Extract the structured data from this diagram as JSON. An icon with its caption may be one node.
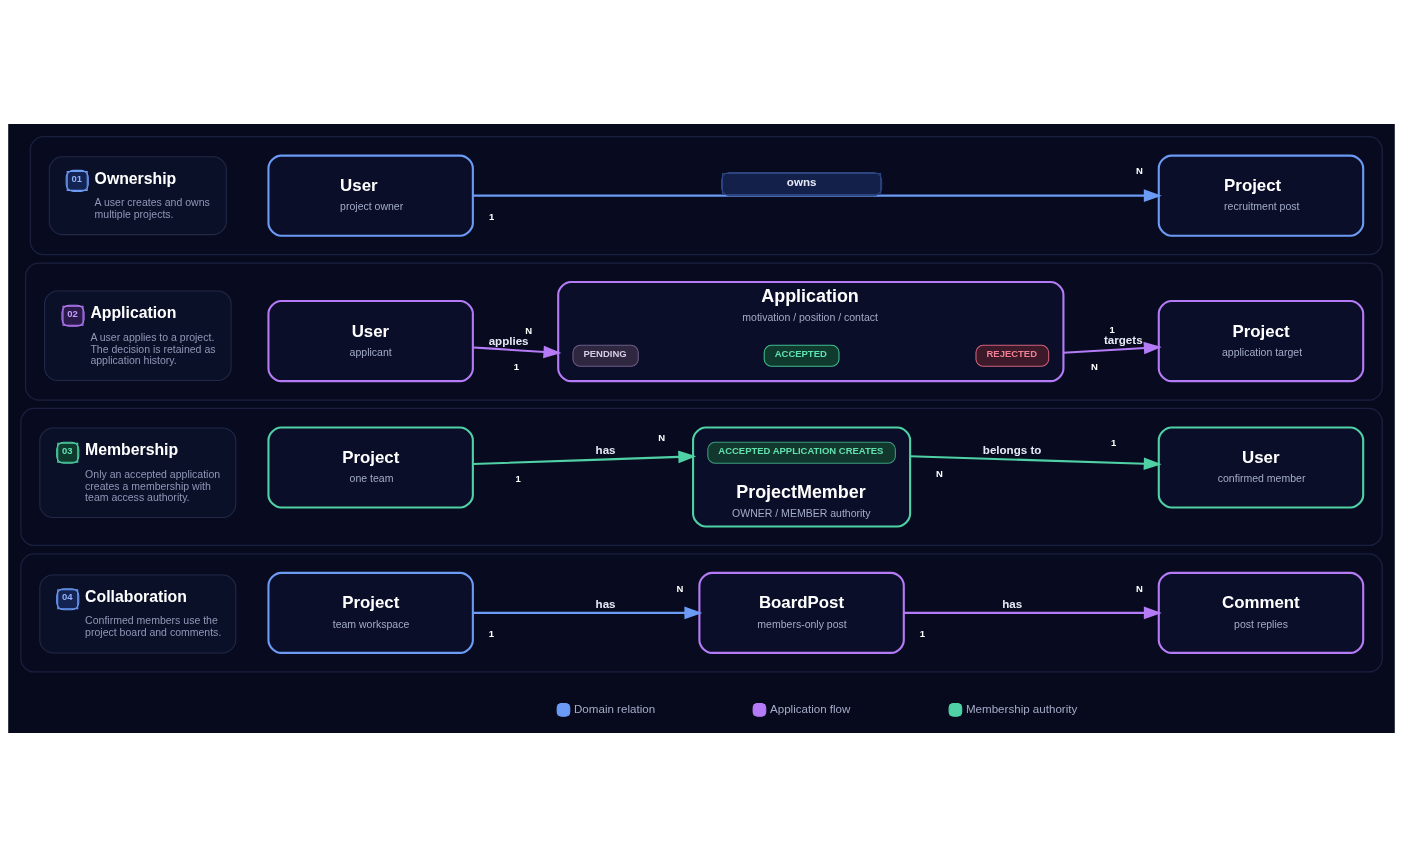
{
  "diagram": {
    "nodes": [
      {
        "text": [],
        "shape": "box"
      },
      {
        "text": [
          "01",
          "Ownership",
          "A user creates and owns multiple projects."
        ],
        "in": 0
      },
      {
        "text": [
          "User",
          "project owner"
        ],
        "in": 0
      },
      {
        "text": [
          "Project",
          "recruitment post"
        ],
        "in": 0
      },
      {
        "text": [],
        "shape": "box"
      },
      {
        "text": [
          "02",
          "Application",
          "A user applies to a project. The decision is retained as application history."
        ],
        "in": 4
      },
      {
        "text": [
          "User",
          "applicant"
        ],
        "in": 4
      },
      {
        "text": [
          "Application",
          "motivation / position / contact"
        ],
        "in": 4
      },
      {
        "text": [
          "PENDING"
        ],
        "in": 7
      },
      {
        "text": [
          "ACCEPTED"
        ],
        "in": 7
      },
      {
        "text": [
          "REJECTED"
        ],
        "in": 7
      },
      {
        "text": [
          "Project",
          "application target"
        ],
        "in": 4
      },
      {
        "text": [],
        "shape": "box"
      },
      {
        "text": [
          "03",
          "Membership",
          "Only an accepted application creates a membership with team access authority."
        ],
        "in": 12
      },
      {
        "text": [
          "Project",
          "one team"
        ],
        "in": 12
      },
      {
        "text": [
          "ProjectMember",
          "OWNER / MEMBER authority"
        ],
        "in": 12
      },
      {
        "text": [
          "ACCEPTED APPLICATION CREATES"
        ],
        "in": 15
      },
      {
        "text": [
          "User",
          "confirmed member"
        ],
        "in": 12
      },
      {
        "text": [],
        "shape": "box"
      },
      {
        "text": [
          "04",
          "Collaboration",
          "Confirmed members use the project board and comments."
        ],
        "in": 18
      },
      {
        "text": [
          "Project",
          "team workspace"
        ],
        "in": 18
      },
      {
        "text": [
          "BoardPost",
          "members-only post"
        ],
        "in": 18
      },
      {
        "text": [
          "Comment",
          "post replies"
        ],
        "in": 18
      }
    ],
    "edges": [
      {
        "from": 2,
        "to": 3,
        "arrow": "to",
        "label": "owns",
        "color": "#6b9bf5"
      },
      {
        "from": 6,
        "to": 7,
        "arrow": "to",
        "label": "applies",
        "color": "#b57bf7"
      },
      {
        "from": 7,
        "to": 11,
        "arrow": "to",
        "label": "targets",
        "color": "#b57bf7"
      },
      {
        "from": 14,
        "to": 15,
        "arrow": "to",
        "label": "has",
        "color": "#4fd1a5"
      },
      {
        "from": 15,
        "to": 17,
        "arrow": "to",
        "label": "belongs to",
        "color": "#4fd1a5"
      },
      {
        "from": 20,
        "to": 21,
        "arrow": "to",
        "label": "has",
        "color": "#6b9bf5"
      },
      {
        "from": 21,
        "to": 22,
        "arrow": "to",
        "label": "has",
        "color": "#b57bf7"
      }
    ],
    "labels": [
      "1",
      "N",
      "1",
      "N",
      "N",
      "1",
      "1",
      "N",
      "N",
      "1",
      "1",
      "N",
      "1",
      "N"
    ],
    "legend": [
      {
        "text": "Domain relation",
        "color": "#6b9bf5"
      },
      {
        "text": "Application flow",
        "color": "#b57bf7"
      },
      {
        "text": "Membership authority",
        "color": "#4fd1a5"
      }
    ]
  }
}
